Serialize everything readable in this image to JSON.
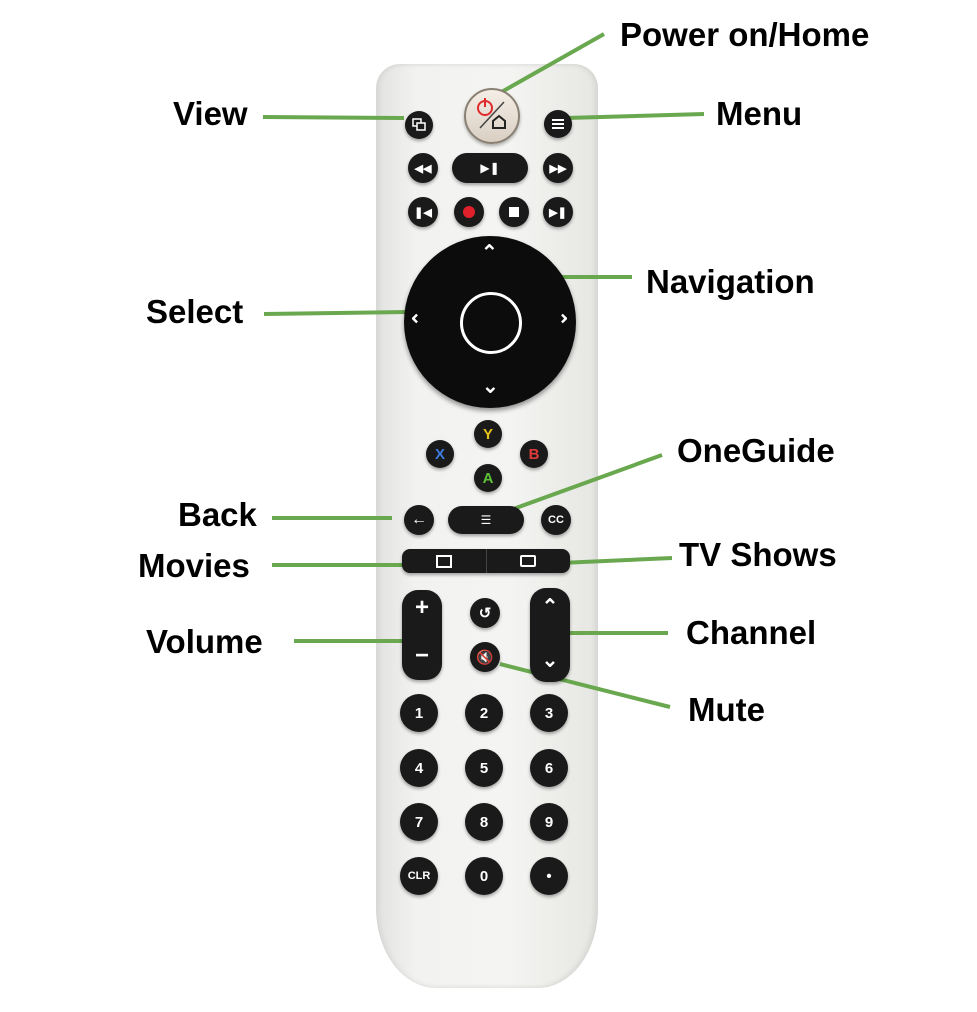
{
  "labels": {
    "power": "Power on/Home",
    "view": "View",
    "menu": "Menu",
    "navigation": "Navigation",
    "select": "Select",
    "oneguide": "OneGuide",
    "back": "Back",
    "movies": "Movies",
    "tv_shows": "TV Shows",
    "volume": "Volume",
    "channel": "Channel",
    "mute": "Mute"
  },
  "face_buttons": {
    "y": "Y",
    "x": "X",
    "b": "B",
    "a": "A"
  },
  "keypad": {
    "k1": "1",
    "k2": "2",
    "k3": "3",
    "k4": "4",
    "k5": "5",
    "k6": "6",
    "k7": "7",
    "k8": "8",
    "k9": "9",
    "clr": "CLR",
    "k0": "0",
    "dot": "•"
  },
  "misc": {
    "cc": "CC",
    "vol_plus": "+",
    "vol_minus": "−"
  },
  "colors": {
    "leader_line": "#6aa84f",
    "y": "#e8c21a",
    "x": "#3d7be0",
    "b": "#e03a3a",
    "a": "#5dc23a",
    "record": "#e0202a",
    "power_red": "#e02a2a"
  },
  "icons": {
    "power": "power-icon",
    "home": "home-icon",
    "view": "view-icon",
    "menu": "menu-icon"
  }
}
